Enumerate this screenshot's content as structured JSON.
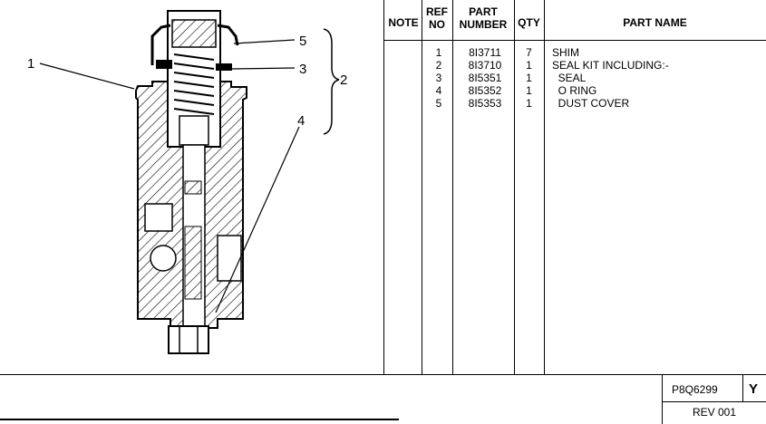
{
  "drawing": {
    "callouts": [
      "1",
      "5",
      "3",
      "2",
      "4"
    ]
  },
  "table": {
    "headers": {
      "note": "NOTE",
      "ref_no_line1": "REF",
      "ref_no_line2": "NO",
      "part_number_line1": "PART",
      "part_number_line2": "NUMBER",
      "qty": "QTY",
      "part_name": "PART NAME"
    },
    "rows": [
      {
        "ref": "1",
        "part_number": "8I3711",
        "qty": "7",
        "name": "SHIM"
      },
      {
        "ref": "2",
        "part_number": "8I3710",
        "qty": "1",
        "name": "SEAL KIT INCLUDING:-"
      },
      {
        "ref": "3",
        "part_number": "8I5351",
        "qty": "1",
        "name": "  SEAL"
      },
      {
        "ref": "4",
        "part_number": "8I5352",
        "qty": "1",
        "name": "  O RING"
      },
      {
        "ref": "5",
        "part_number": "8I5353",
        "qty": "1",
        "name": "  DUST COVER"
      }
    ]
  },
  "footer": {
    "identifier": "P8Q6299",
    "letter": "Y",
    "revision": "REV 001"
  }
}
